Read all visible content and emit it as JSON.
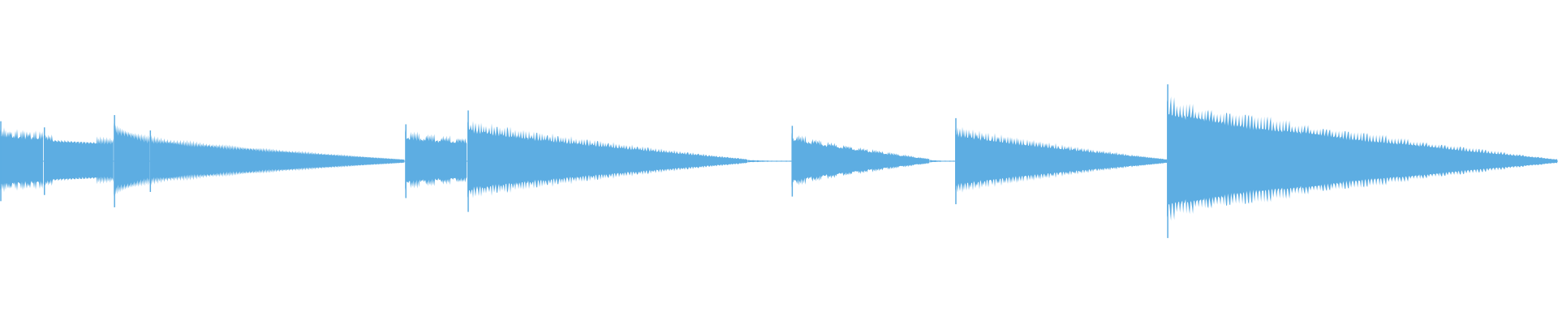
{
  "waveform": {
    "color": "#5DADE2",
    "background": "#FFFFFF",
    "segments": [
      {
        "start": 0.0,
        "end": 0.028,
        "attack": 0.26,
        "decay": 0.9,
        "cycle": 0.0012
      },
      {
        "start": 0.028,
        "end": 0.073,
        "attack": 0.22,
        "decay": 0.82,
        "cycle": 0.001
      },
      {
        "start": 0.073,
        "end": 0.096,
        "attack": 0.3,
        "decay": 0.65,
        "cycle": 0.0009
      },
      {
        "start": 0.096,
        "end": 0.26,
        "attack": 0.2,
        "decay": 0.07,
        "cycle": 0.0006
      },
      {
        "start": 0.26,
        "end": 0.3,
        "attack": 0.24,
        "decay": 0.78,
        "cycle": 0.0011
      },
      {
        "start": 0.3,
        "end": 0.48,
        "attack": 0.33,
        "decay": 0.05,
        "cycle": 0.0017
      },
      {
        "start": 0.48,
        "end": 0.508,
        "attack": 0.01,
        "decay": 0.01,
        "cycle": 0.003
      },
      {
        "start": 0.508,
        "end": 0.597,
        "attack": 0.23,
        "decay": 0.08,
        "cycle": 0.0011
      },
      {
        "start": 0.597,
        "end": 0.613,
        "attack": 0.01,
        "decay": 0.01,
        "cycle": 0.003
      },
      {
        "start": 0.613,
        "end": 0.749,
        "attack": 0.28,
        "decay": 0.06,
        "cycle": 0.0014
      },
      {
        "start": 0.749,
        "end": 1.0,
        "attack": 0.5,
        "decay": 0.03,
        "cycle": 0.002
      }
    ]
  }
}
